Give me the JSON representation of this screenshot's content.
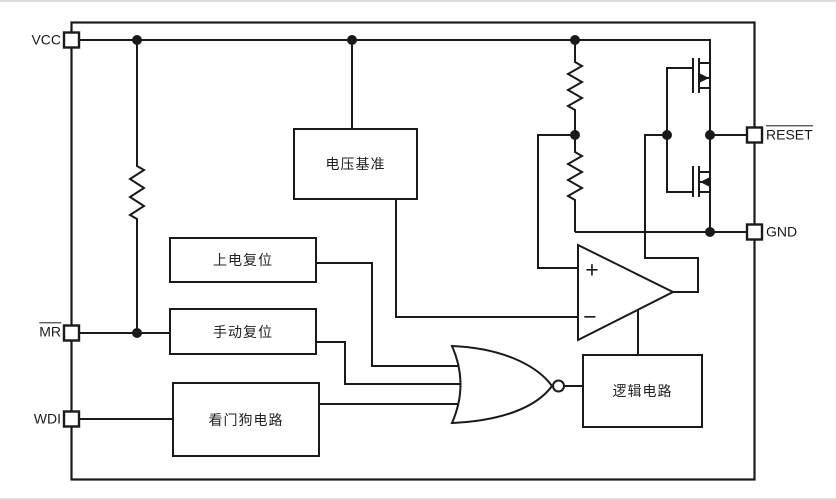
{
  "pins": {
    "vcc": {
      "label": "VCC",
      "overline": false,
      "side": "left"
    },
    "mr": {
      "label": "MR",
      "overline": true,
      "side": "left"
    },
    "wdi": {
      "label": "WDI",
      "overline": false,
      "side": "left"
    },
    "reset": {
      "label": "RESET",
      "overline": true,
      "side": "right"
    },
    "gnd": {
      "label": "GND",
      "overline": false,
      "side": "right"
    }
  },
  "blocks": {
    "voltage_reference": {
      "label": "电压基准"
    },
    "power_on_reset": {
      "label": "上电复位"
    },
    "manual_reset": {
      "label": "手动复位"
    },
    "watchdog": {
      "label": "看门狗电路"
    },
    "logic": {
      "label": "逻辑电路"
    }
  },
  "comparator": {
    "plus_label": "+",
    "minus_label": "−"
  },
  "colors": {
    "line": "#1a1a1a",
    "background": "#ffffff"
  }
}
